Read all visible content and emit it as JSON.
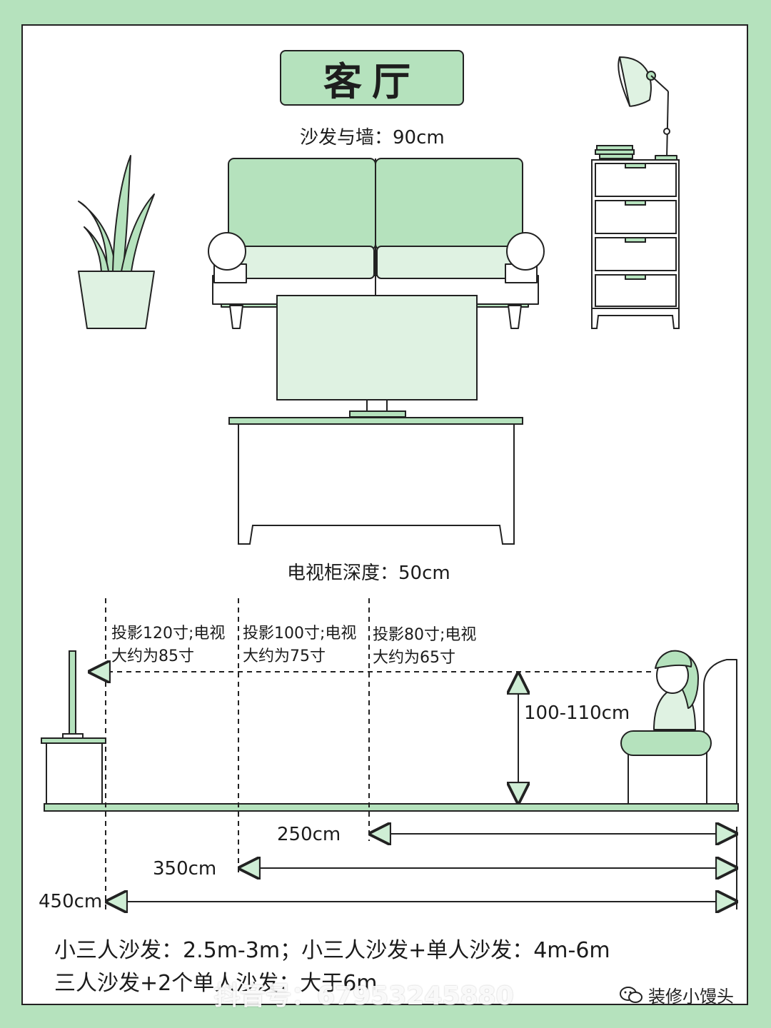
{
  "title": "客厅",
  "labels": {
    "sofa_wall": "沙发与墙：90cm",
    "tv_cabinet_depth": "电视柜深度：50cm",
    "eye_height": "100-110cm",
    "zone_120": [
      "投影120寸;电视",
      "大约为85寸"
    ],
    "zone_100": [
      "投影100寸;电视",
      "大约为75寸"
    ],
    "zone_80": [
      "投影80寸;电视",
      "大约为65寸"
    ],
    "dist_250": "250cm",
    "dist_350": "350cm",
    "dist_450": "450cm"
  },
  "footer": {
    "line1": "小三人沙发：2.5m-3m；小三人沙发+单人沙发：4m-6m",
    "line2": "三人沙发+2个单人沙发：大于6m"
  },
  "watermark": "抖音号：67953245880",
  "brand": "装修小馒头",
  "icons": [
    "plant-icon",
    "sofa-icon",
    "tv-icon",
    "tv-cabinet-icon",
    "drawer-cabinet-icon",
    "lamp-icon",
    "person-icon",
    "armchair-icon",
    "wechat-icon"
  ],
  "colors": {
    "page_bg": "#b5e2bd",
    "card_bg": "#ffffff",
    "accent_green": "#b5e2bd",
    "light_green": "#dff2e2",
    "line": "#222222"
  }
}
